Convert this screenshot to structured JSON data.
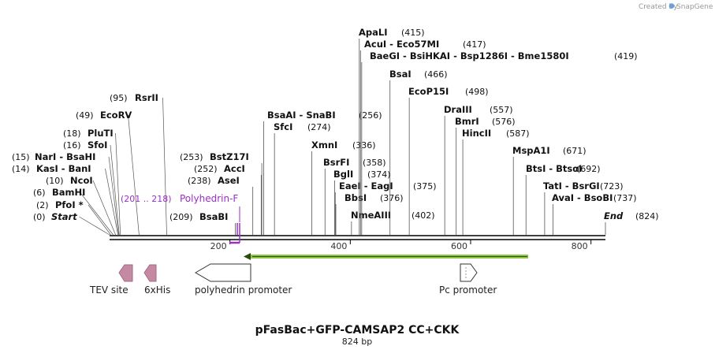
{
  "watermark": {
    "prefix": "Created by",
    "brand": "SnapGene"
  },
  "map": {
    "title": "pFasBac+GFP-CAMSAP2 CC+CKK",
    "length_label": "824 bp",
    "axis_ticks": [
      "200",
      "400",
      "600",
      "800"
    ]
  },
  "sites": [
    {
      "pos": "(0)",
      "name": "Start",
      "bp": 0,
      "italic": true
    },
    {
      "pos": "(2)",
      "name": "PfoI *",
      "bp": 2
    },
    {
      "pos": "(6)",
      "name": "BamHI",
      "bp": 6
    },
    {
      "pos": "(10)",
      "name": "NcoI",
      "bp": 10
    },
    {
      "pos": "(14)",
      "name": "KasI  -  BanI",
      "bp": 14
    },
    {
      "pos": "(15)",
      "name": "NarI  -  BsaHI",
      "bp": 15
    },
    {
      "pos": "(16)",
      "name": "SfoI",
      "bp": 16
    },
    {
      "pos": "(18)",
      "name": "PluTI",
      "bp": 18
    },
    {
      "pos": "(49)",
      "name": "EcoRV",
      "bp": 49
    },
    {
      "pos": "(95)",
      "name": "RsrII",
      "bp": 95
    },
    {
      "pos": "(209)",
      "name": "BsaBI",
      "bp": 209
    },
    {
      "pos": "(238)",
      "name": "AseI",
      "bp": 238
    },
    {
      "pos": "(252)",
      "name": "AccI",
      "bp": 252
    },
    {
      "pos": "(253)",
      "name": "BstZ17I",
      "bp": 253
    },
    {
      "pos": "(256)",
      "name": "BsaAI  -  SnaBI",
      "bp": 256
    },
    {
      "pos": "(274)",
      "name": "SfcI",
      "bp": 274
    },
    {
      "pos": "(336)",
      "name": "XmnI",
      "bp": 336
    },
    {
      "pos": "(358)",
      "name": "BsrFI",
      "bp": 358
    },
    {
      "pos": "(374)",
      "name": "BglI",
      "bp": 374
    },
    {
      "pos": "(375)",
      "name": "EaeI  -  EagI",
      "bp": 375
    },
    {
      "pos": "(376)",
      "name": "BbsI",
      "bp": 376
    },
    {
      "pos": "(402)",
      "name": "NmeAIII",
      "bp": 402
    },
    {
      "pos": "(415)",
      "name": "ApaLI",
      "bp": 415
    },
    {
      "pos": "(417)",
      "name": "AcuI  -  Eco57MI",
      "bp": 417
    },
    {
      "pos": "(419)",
      "name": "BaeGI  -  BsiHKAI  -  Bsp1286I  -  Bme1580I",
      "bp": 419
    },
    {
      "pos": "(466)",
      "name": "BsaI",
      "bp": 466
    },
    {
      "pos": "(498)",
      "name": "EcoP15I",
      "bp": 498
    },
    {
      "pos": "(557)",
      "name": "DraIII",
      "bp": 557
    },
    {
      "pos": "(576)",
      "name": "BmrI",
      "bp": 576
    },
    {
      "pos": "(587)",
      "name": "HincII",
      "bp": 587
    },
    {
      "pos": "(671)",
      "name": "MspA1I",
      "bp": 671
    },
    {
      "pos": "(692)",
      "name": "BtsI  -  BtsαI",
      "bp": 692
    },
    {
      "pos": "(723)",
      "name": "TatI  -  BsrGI",
      "bp": 723
    },
    {
      "pos": "(737)",
      "name": "AvaI  -  BsoBI",
      "bp": 737
    },
    {
      "pos": "(824)",
      "name": "End",
      "bp": 824,
      "italic": true
    }
  ],
  "primer": {
    "range": "(201 .. 218)",
    "name": "Polyhedrin-F",
    "color": "#9b2fc4"
  },
  "features": {
    "tev": "TEV site",
    "his": "6xHis",
    "polyhedrin": "polyhedrin promoter",
    "pc": "Pc promoter"
  },
  "colors": {
    "tag": "#c48aa3",
    "gfp": "#8dc63f",
    "primer": "#9b2fc4"
  }
}
